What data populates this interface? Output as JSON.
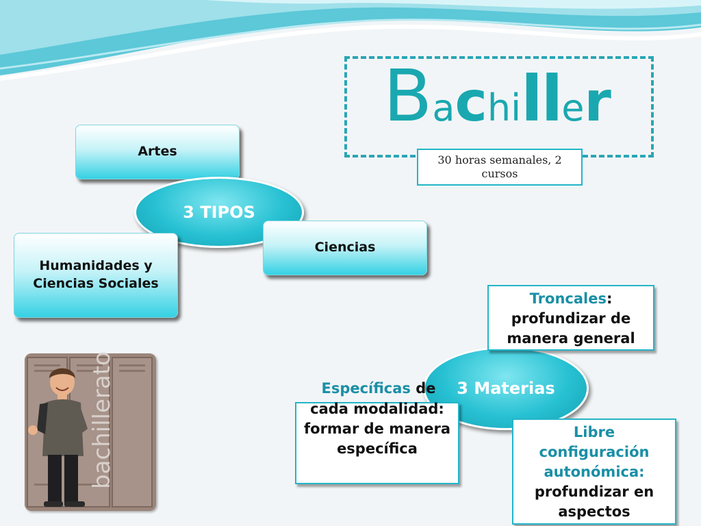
{
  "title": {
    "letters": [
      "B",
      "a",
      "c",
      "hi",
      "ll",
      "e",
      "r"
    ],
    "subtitle": "30 horas semanales, 2 cursos"
  },
  "tipos": {
    "center": "3 TIPOS",
    "items": [
      "Artes",
      "Ciencias",
      "Humanidades y Ciencias Sociales"
    ]
  },
  "materias": {
    "center": "3 Materias",
    "troncales": {
      "keyword": "Troncales",
      "text": ": profundizar de manera general"
    },
    "especificas": {
      "keyword": "Específicas",
      "text_head": " de",
      "text_body": "cada modalidad: formar de manera específica"
    },
    "libre": {
      "keyword": "Libre configuración autonómica:",
      "text": " profundizar en aspectos"
    }
  },
  "illustration": {
    "word": "bachillerato"
  },
  "colors": {
    "accent": "#1aa8b0",
    "border": "#22b5c8",
    "keyword": "#1a8fa6"
  }
}
